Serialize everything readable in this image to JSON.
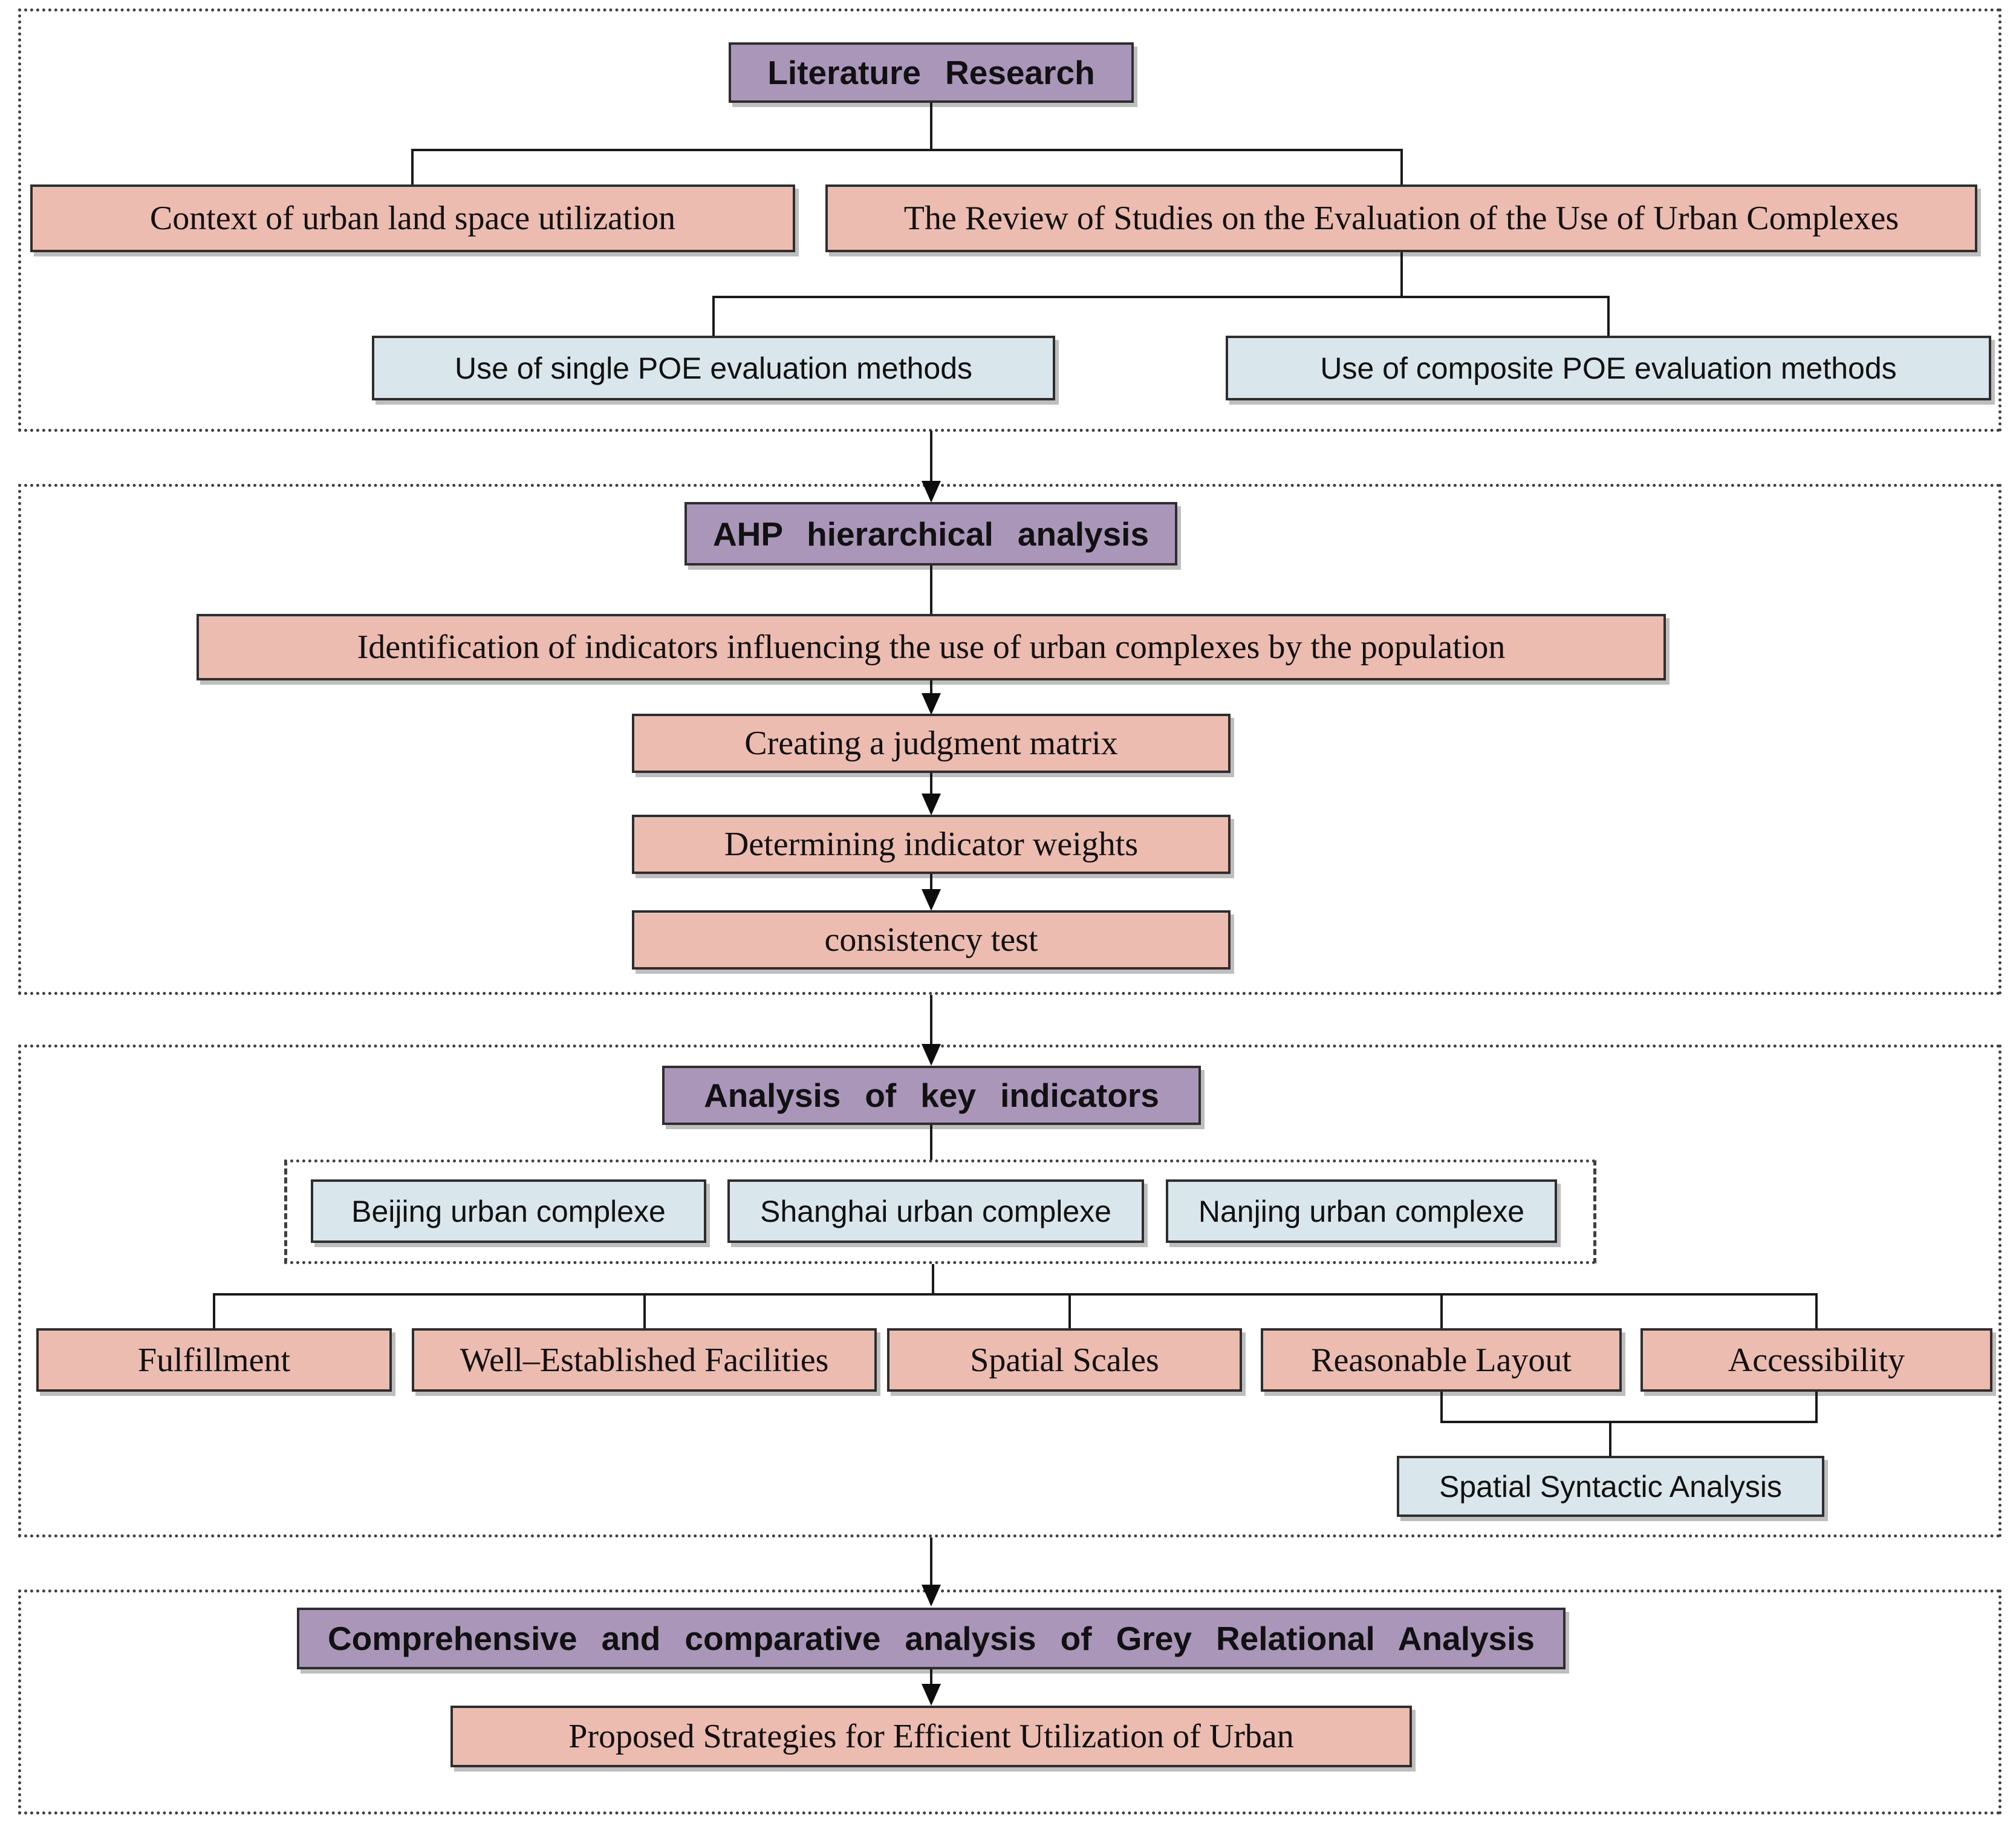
{
  "diagram_title": "Research methodology flowchart",
  "colors": {
    "header_box_bg": "#a996b8",
    "process_box_bg": "#ecbcb0",
    "method_box_bg": "#d9e7ed",
    "line_color": "#1a1a1a",
    "border_color": "#2e2e2e"
  },
  "section_literature": {
    "header": "Literature Research",
    "context": "Context of urban land space utilization",
    "review": "The Review of Studies on the Evaluation of the Use of Urban Complexes",
    "single_poe": "Use of single POE evaluation methods",
    "composite_poe": "Use of composite POE evaluation methods"
  },
  "section_ahp": {
    "header": "AHP hierarchical analysis",
    "identification": "Identification of indicators influencing the use of urban complexes by the population",
    "judgment_matrix": "Creating a judgment matrix",
    "indicator_weights": "Determining indicator weights",
    "consistency_test": "consistency test"
  },
  "section_key_indicators": {
    "header": "Analysis of key indicators",
    "cities": [
      "Beijing urban complexe",
      "Shanghai urban complexe",
      "Nanjing urban complexe"
    ],
    "indicators": [
      "Fulfillment",
      "Well–Established Facilities",
      "Spatial Scales",
      "Reasonable Layout",
      "Accessibility"
    ],
    "syntactic": "Spatial Syntactic Analysis"
  },
  "section_grey": {
    "header": "Comprehensive and comparative analysis of Grey Relational Analysis",
    "proposed": "Proposed Strategies for Efficient Utilization of Urban"
  }
}
